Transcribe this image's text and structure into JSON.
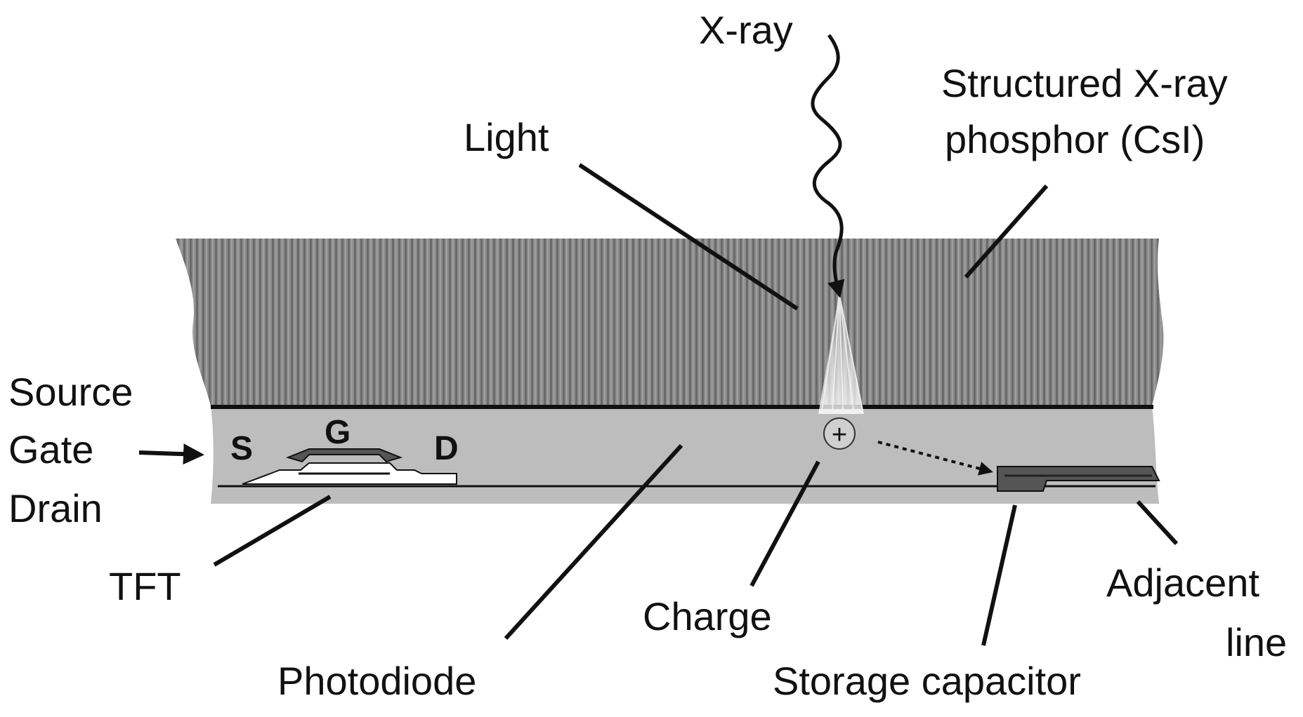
{
  "labels": {
    "xray": "X-ray",
    "phosphor_line1": "Structured X-ray",
    "phosphor_line2": "phosphor (CsI)",
    "light": "Light",
    "source": "Source",
    "gate": "Gate",
    "drain": "Drain",
    "s": "S",
    "g": "G",
    "d": "D",
    "plus": "+",
    "tft": "TFT",
    "charge": "Charge",
    "photodiode": "Photodiode",
    "adjacent_line1": "Adjacent",
    "adjacent_line2": "line",
    "storage_capacitor": "Storage capacitor"
  },
  "colors": {
    "phosphor": "#8a8a8a",
    "stripe": "#6e6e6e",
    "layer": "#bdbdbd",
    "ink": "#111111"
  }
}
